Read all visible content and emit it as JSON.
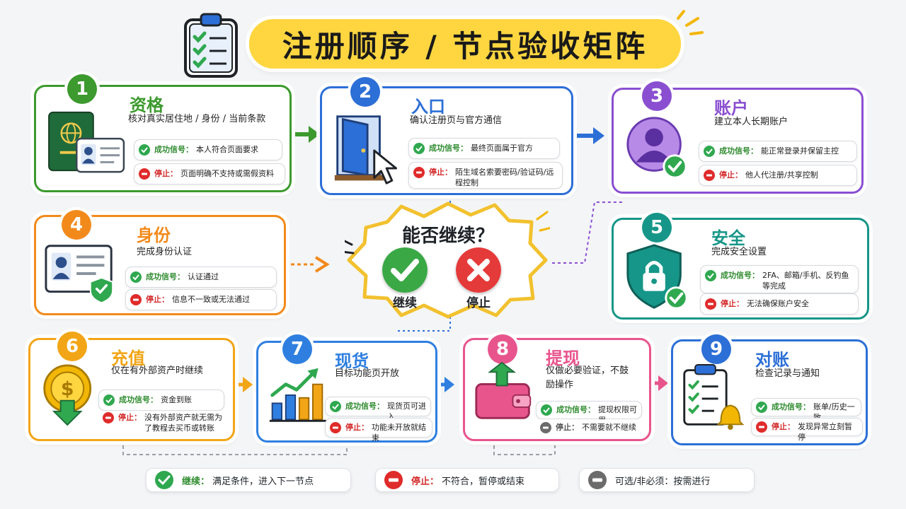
{
  "title": "注册顺序 / 节点验收矩阵",
  "labels": {
    "success": "成功信号：",
    "stop": "停止：",
    "optional": "停止："
  },
  "colors": {
    "step1": "#3c9a2e",
    "step2": "#2c6fd6",
    "step3": "#8a4fd1",
    "step4": "#f28a1b",
    "step5": "#169688",
    "step6": "#f2a516",
    "step7": "#2f7fe0",
    "step8": "#e8558d",
    "step9": "#2c6fd6",
    "ok": "#2fa84f",
    "stop": "#e02b2b",
    "optional": "#6b6b6b",
    "banner": "#ffd640"
  },
  "steps": [
    {
      "num": "1",
      "title": "资格",
      "desc": "核对真实居住地 / 身份 / 当前条款",
      "success": "本人符合页面要求",
      "stop": "页面明确不支持或需假资料",
      "icon": "passport-id-icon"
    },
    {
      "num": "2",
      "title": "入口",
      "desc": "确认注册页与官方通信",
      "success": "最终页面属于官方",
      "stop": "陌生域名索要密码/验证码/远程控制",
      "icon": "door-cursor-icon"
    },
    {
      "num": "3",
      "title": "账户",
      "desc": "建立本人长期账户",
      "success": "能正常登录并保留主控",
      "stop": "他人代注册/共享控制",
      "icon": "user-check-icon"
    },
    {
      "num": "4",
      "title": "身份",
      "desc": "完成身份认证",
      "success": "认证通过",
      "stop": "信息不一致或无法通过",
      "icon": "id-card-shield-icon"
    },
    {
      "num": "5",
      "title": "安全",
      "desc": "完成安全设置",
      "success": "2FA、邮箱/手机、反钓鱼等完成",
      "stop": "无法确保账户安全",
      "icon": "shield-lock-icon"
    },
    {
      "num": "6",
      "title": "充值",
      "desc": "仅在有外部资产时继续",
      "success": "资金到账",
      "stop": "没有外部资产就无需为了教程去买币或转账",
      "icon": "coin-arrow-icon"
    },
    {
      "num": "7",
      "title": "现货",
      "desc": "目标功能页开放",
      "success": "现货页可进入",
      "stop": "功能未开放就结束",
      "icon": "bar-chart-icon"
    },
    {
      "num": "8",
      "title": "提现",
      "desc": "仅做必要验证，不鼓励操作",
      "success": "提现权限可用",
      "stop": "不需要就不继续",
      "stop_label": "停止：",
      "icon": "wallet-icon"
    },
    {
      "num": "9",
      "title": "对账",
      "desc": "检查记录与通知",
      "success": "账单/历史一致",
      "stop": "发现异常立刻暂停",
      "icon": "checklist-bell-icon"
    }
  ],
  "decision": {
    "question": "能否继续？",
    "continue_label": "继续",
    "stop_label": "停止"
  },
  "legend": [
    {
      "label": "继续：",
      "text": "满足条件，进入下一节点",
      "type": "ok"
    },
    {
      "label": "停止：",
      "text": "不符合，暂停或结束",
      "type": "stop"
    },
    {
      "label": "",
      "text": "可选/非必须：按需进行",
      "type": "optional"
    }
  ]
}
